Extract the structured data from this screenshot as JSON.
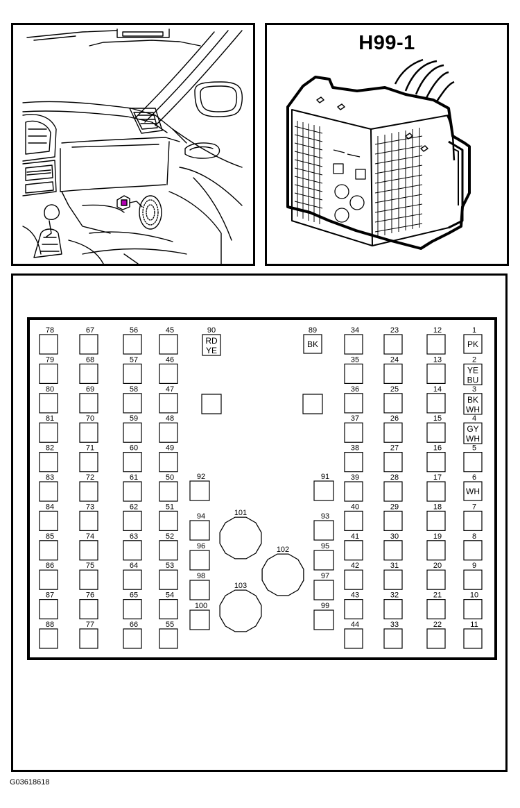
{
  "connector": {
    "title": "H99-1"
  },
  "figure_id": "G03618618",
  "pins": [
    {
      "n": "78"
    },
    {
      "n": "67"
    },
    {
      "n": "56"
    },
    {
      "n": "45"
    },
    {
      "n": "79"
    },
    {
      "n": "68"
    },
    {
      "n": "57"
    },
    {
      "n": "46"
    },
    {
      "n": "80"
    },
    {
      "n": "69"
    },
    {
      "n": "58"
    },
    {
      "n": "47"
    },
    {
      "n": "81"
    },
    {
      "n": "70"
    },
    {
      "n": "59"
    },
    {
      "n": "48"
    },
    {
      "n": "82"
    },
    {
      "n": "71"
    },
    {
      "n": "60"
    },
    {
      "n": "49"
    },
    {
      "n": "83"
    },
    {
      "n": "72"
    },
    {
      "n": "61"
    },
    {
      "n": "50"
    },
    {
      "n": "84"
    },
    {
      "n": "73"
    },
    {
      "n": "62"
    },
    {
      "n": "51"
    },
    {
      "n": "85"
    },
    {
      "n": "74"
    },
    {
      "n": "63"
    },
    {
      "n": "52"
    },
    {
      "n": "86"
    },
    {
      "n": "75"
    },
    {
      "n": "64"
    },
    {
      "n": "53"
    },
    {
      "n": "87"
    },
    {
      "n": "76"
    },
    {
      "n": "65"
    },
    {
      "n": "54"
    },
    {
      "n": "88"
    },
    {
      "n": "77"
    },
    {
      "n": "66"
    },
    {
      "n": "55"
    },
    {
      "n": "34"
    },
    {
      "n": "23"
    },
    {
      "n": "12"
    },
    {
      "n": "1",
      "wire": [
        "PK"
      ]
    },
    {
      "n": "35"
    },
    {
      "n": "24"
    },
    {
      "n": "13"
    },
    {
      "n": "2",
      "wire": [
        "YE",
        "BU"
      ]
    },
    {
      "n": "36"
    },
    {
      "n": "25"
    },
    {
      "n": "14"
    },
    {
      "n": "3",
      "wire": [
        "BK",
        "WH"
      ]
    },
    {
      "n": "37"
    },
    {
      "n": "26"
    },
    {
      "n": "15"
    },
    {
      "n": "4",
      "wire": [
        "GY",
        "WH"
      ]
    },
    {
      "n": "38"
    },
    {
      "n": "27"
    },
    {
      "n": "16"
    },
    {
      "n": "5"
    },
    {
      "n": "39"
    },
    {
      "n": "28"
    },
    {
      "n": "17"
    },
    {
      "n": "6",
      "wire": [
        "WH"
      ]
    },
    {
      "n": "40"
    },
    {
      "n": "29"
    },
    {
      "n": "18"
    },
    {
      "n": "7"
    },
    {
      "n": "41"
    },
    {
      "n": "30"
    },
    {
      "n": "19"
    },
    {
      "n": "8"
    },
    {
      "n": "42"
    },
    {
      "n": "31"
    },
    {
      "n": "20"
    },
    {
      "n": "9"
    },
    {
      "n": "43"
    },
    {
      "n": "32"
    },
    {
      "n": "21"
    },
    {
      "n": "10"
    },
    {
      "n": "44"
    },
    {
      "n": "33"
    },
    {
      "n": "22"
    },
    {
      "n": "11"
    },
    {
      "n": "90",
      "wire": [
        "RD",
        "YE"
      ]
    },
    {
      "n": "89",
      "wire": [
        "BK"
      ]
    },
    {
      "n": "92"
    },
    {
      "n": "94"
    },
    {
      "n": "96"
    },
    {
      "n": "98"
    },
    {
      "n": "100"
    },
    {
      "n": "91"
    },
    {
      "n": "93"
    },
    {
      "n": "95"
    },
    {
      "n": "97"
    },
    {
      "n": "99"
    },
    {
      "n": "101"
    },
    {
      "n": "102"
    },
    {
      "n": "103"
    }
  ]
}
